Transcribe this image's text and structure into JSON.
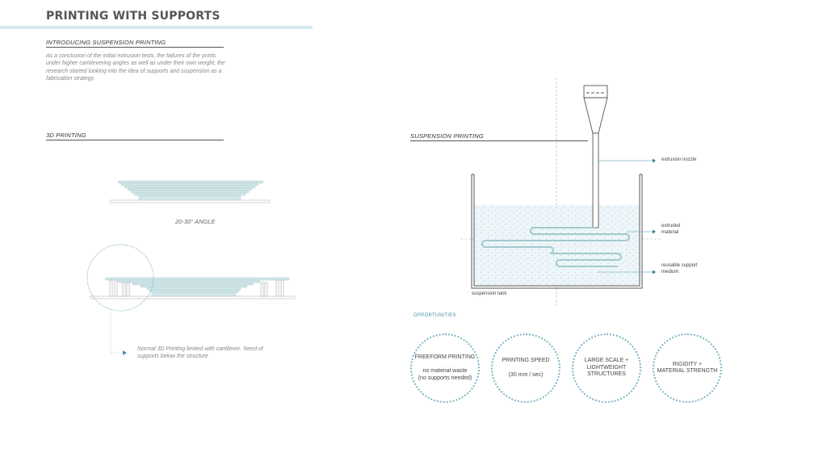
{
  "page": {
    "title": "PRINTING WITH SUPPORTS"
  },
  "intro": {
    "heading": "INTRODUCING SUSPENSION PRINTING",
    "body": "As a conclusion of the initial extrusion tests, the failures of the prints under higher cantilevering angles as well as under their own weight, the research started looking into the idea of supports and suspension as a fabrication strategy."
  },
  "printing3d": {
    "heading": "3D PRINTING",
    "angle_label": "20-30° ANGLE",
    "note": "Normal 3D Printing limited with cantilever. Need of supports below the structure"
  },
  "suspension": {
    "heading": "SUSPENSION PRINTING",
    "labels": {
      "nozzle": "extrusion nozzle",
      "extruded_line1": "extruded",
      "extruded_line2": "material",
      "medium_line1": "reusable support",
      "medium_line2": "medium",
      "tank": "suspension tank"
    }
  },
  "opportunities": {
    "heading": "OPPORTUNITIES",
    "items": [
      {
        "title": "FREEFORM PRINTING",
        "sub1": "no material waste",
        "sub2": "(no supports needed)"
      },
      {
        "title": "PRINTING SPEED",
        "sub1": "(30 mm / sec)",
        "sub2": ""
      },
      {
        "title_line1": "LARGE SCALE +",
        "title_line2": "LIGHTWEIGHT",
        "title_line3": "STRUCTURES"
      },
      {
        "title_line1": "RIGIDITY +",
        "title_line2": "MATERIAL STRENGTH"
      }
    ]
  },
  "colors": {
    "accent": "#4b8fa3",
    "layer_fill": "#d3e6e8",
    "layer_stroke": "#a9cbd0",
    "title_bar": "#d6eaf1",
    "medium": "#eef6f9"
  }
}
